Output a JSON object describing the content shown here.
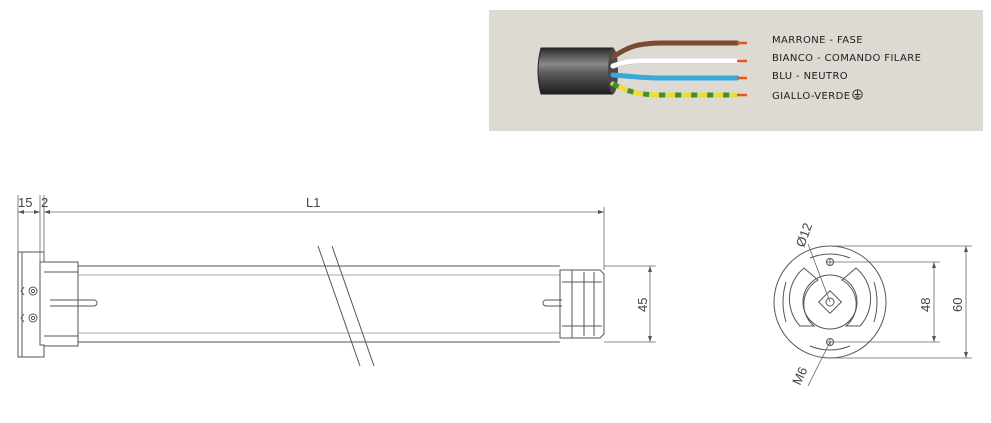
{
  "wiring_legend": {
    "wires": [
      {
        "label": "MARRONE - FASE",
        "color": "#7a4a32"
      },
      {
        "label": "BIANCO - COMANDO FILARE",
        "color": "#ffffff"
      },
      {
        "label": "BLU - NEUTRO",
        "color": "#3aa8dc"
      },
      {
        "label": "GIALLO-VERDE",
        "color": "#e8e035",
        "stripe_color": "#3f8f3a",
        "symbol": "ground-symbol"
      }
    ],
    "conductor_tip_color": "#e8561f",
    "cable_color": "#3b3b3b"
  },
  "side_view": {
    "dim_flange": "15",
    "dim_gap": "2",
    "dim_length": "L1",
    "dim_diameter": "45"
  },
  "end_view": {
    "dim_pin": "Ø12",
    "dim_screw": "M6",
    "dim_inner": "48",
    "dim_outer": "60"
  }
}
